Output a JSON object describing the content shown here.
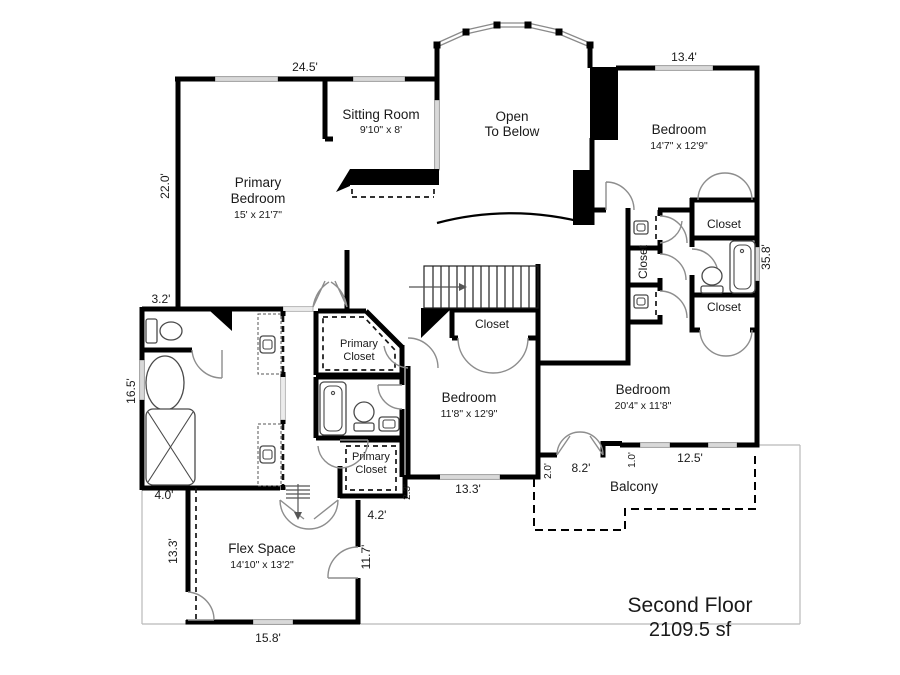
{
  "title": {
    "floor": "Second Floor",
    "area": "2109.5 sf"
  },
  "rooms": {
    "sitting": {
      "name": "Sitting Room",
      "dims": "9'10\" x 8'"
    },
    "open": {
      "line1": "Open",
      "line2": "To Below"
    },
    "bed_tr": {
      "name": "Bedroom",
      "dims": "14'7\" x 12'9\""
    },
    "primary": {
      "line1": "Primary",
      "line2": "Bedroom",
      "dims": "15' x 21'7\""
    },
    "bed_c": {
      "name": "Bedroom",
      "dims": "11'8\" x 12'9\""
    },
    "bed_r": {
      "name": "Bedroom",
      "dims": "20'4\" x 11'8\""
    },
    "flex": {
      "name": "Flex Space",
      "dims": "14'10\" x 13'2\""
    },
    "balcony": {
      "name": "Balcony"
    }
  },
  "closets": {
    "generic": "Closet",
    "primary_line1": "Primary",
    "primary_line2": "Closet"
  },
  "dimensions": {
    "top_left": "24.5'",
    "top_right": "13.4'",
    "left_upper": "22.0'",
    "left_jog": "3.2'",
    "left_mid": "16.5'",
    "left_low": "4.0'",
    "flex_left": "13.3'",
    "flex_bottom": "15.8'",
    "flex_right": "11.7'",
    "flex_top": "4.2'",
    "jog_23": "2.3'",
    "bed_bottom": "13.3'",
    "jog_20": "2.0'",
    "balcony_door": "8.2'",
    "jog_10": "1.0'",
    "balcony_windows": "12.5'",
    "right_side": "35.8'"
  },
  "colors": {
    "wall": "#000000",
    "door_arc": "#8d8d8d",
    "window": "#d9d9d9",
    "text": "#1a1a1a"
  }
}
